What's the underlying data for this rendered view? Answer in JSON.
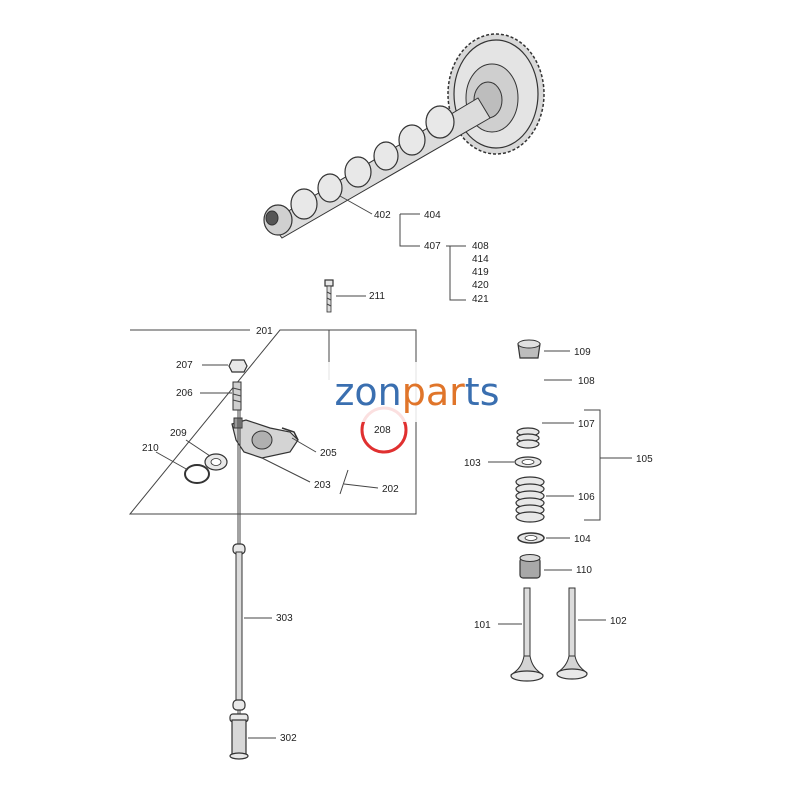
{
  "labels": {
    "camshaft": "402",
    "camshaft_group": "404",
    "gear_group": "407",
    "gear_sub": [
      "408",
      "414",
      "419",
      "420",
      "421"
    ],
    "bolt": "211",
    "rocker_assembly": "201",
    "nut": "207",
    "screw": "206",
    "ring_outer": "210",
    "washer": "209",
    "circled_part": "208",
    "spring_clip": "205",
    "rocker_arm": "203",
    "rocker_group": "202",
    "push_rod": "303",
    "tappet": "302",
    "valve_cotter": "109",
    "cap": "108",
    "inner_spring": "107",
    "spring_seat": "103",
    "spring_group": "105",
    "outer_spring": "106",
    "seat_washer": "104",
    "valve_seal": "110",
    "intake_valve": "101",
    "exhaust_valve": "102"
  },
  "watermark": {
    "part1": "zon",
    "part2": "par",
    "part3": "ts"
  },
  "colors": {
    "watermark_blue": "#3a6fb0",
    "watermark_orange": "#e0752a",
    "circle_highlight": "#e03030"
  }
}
